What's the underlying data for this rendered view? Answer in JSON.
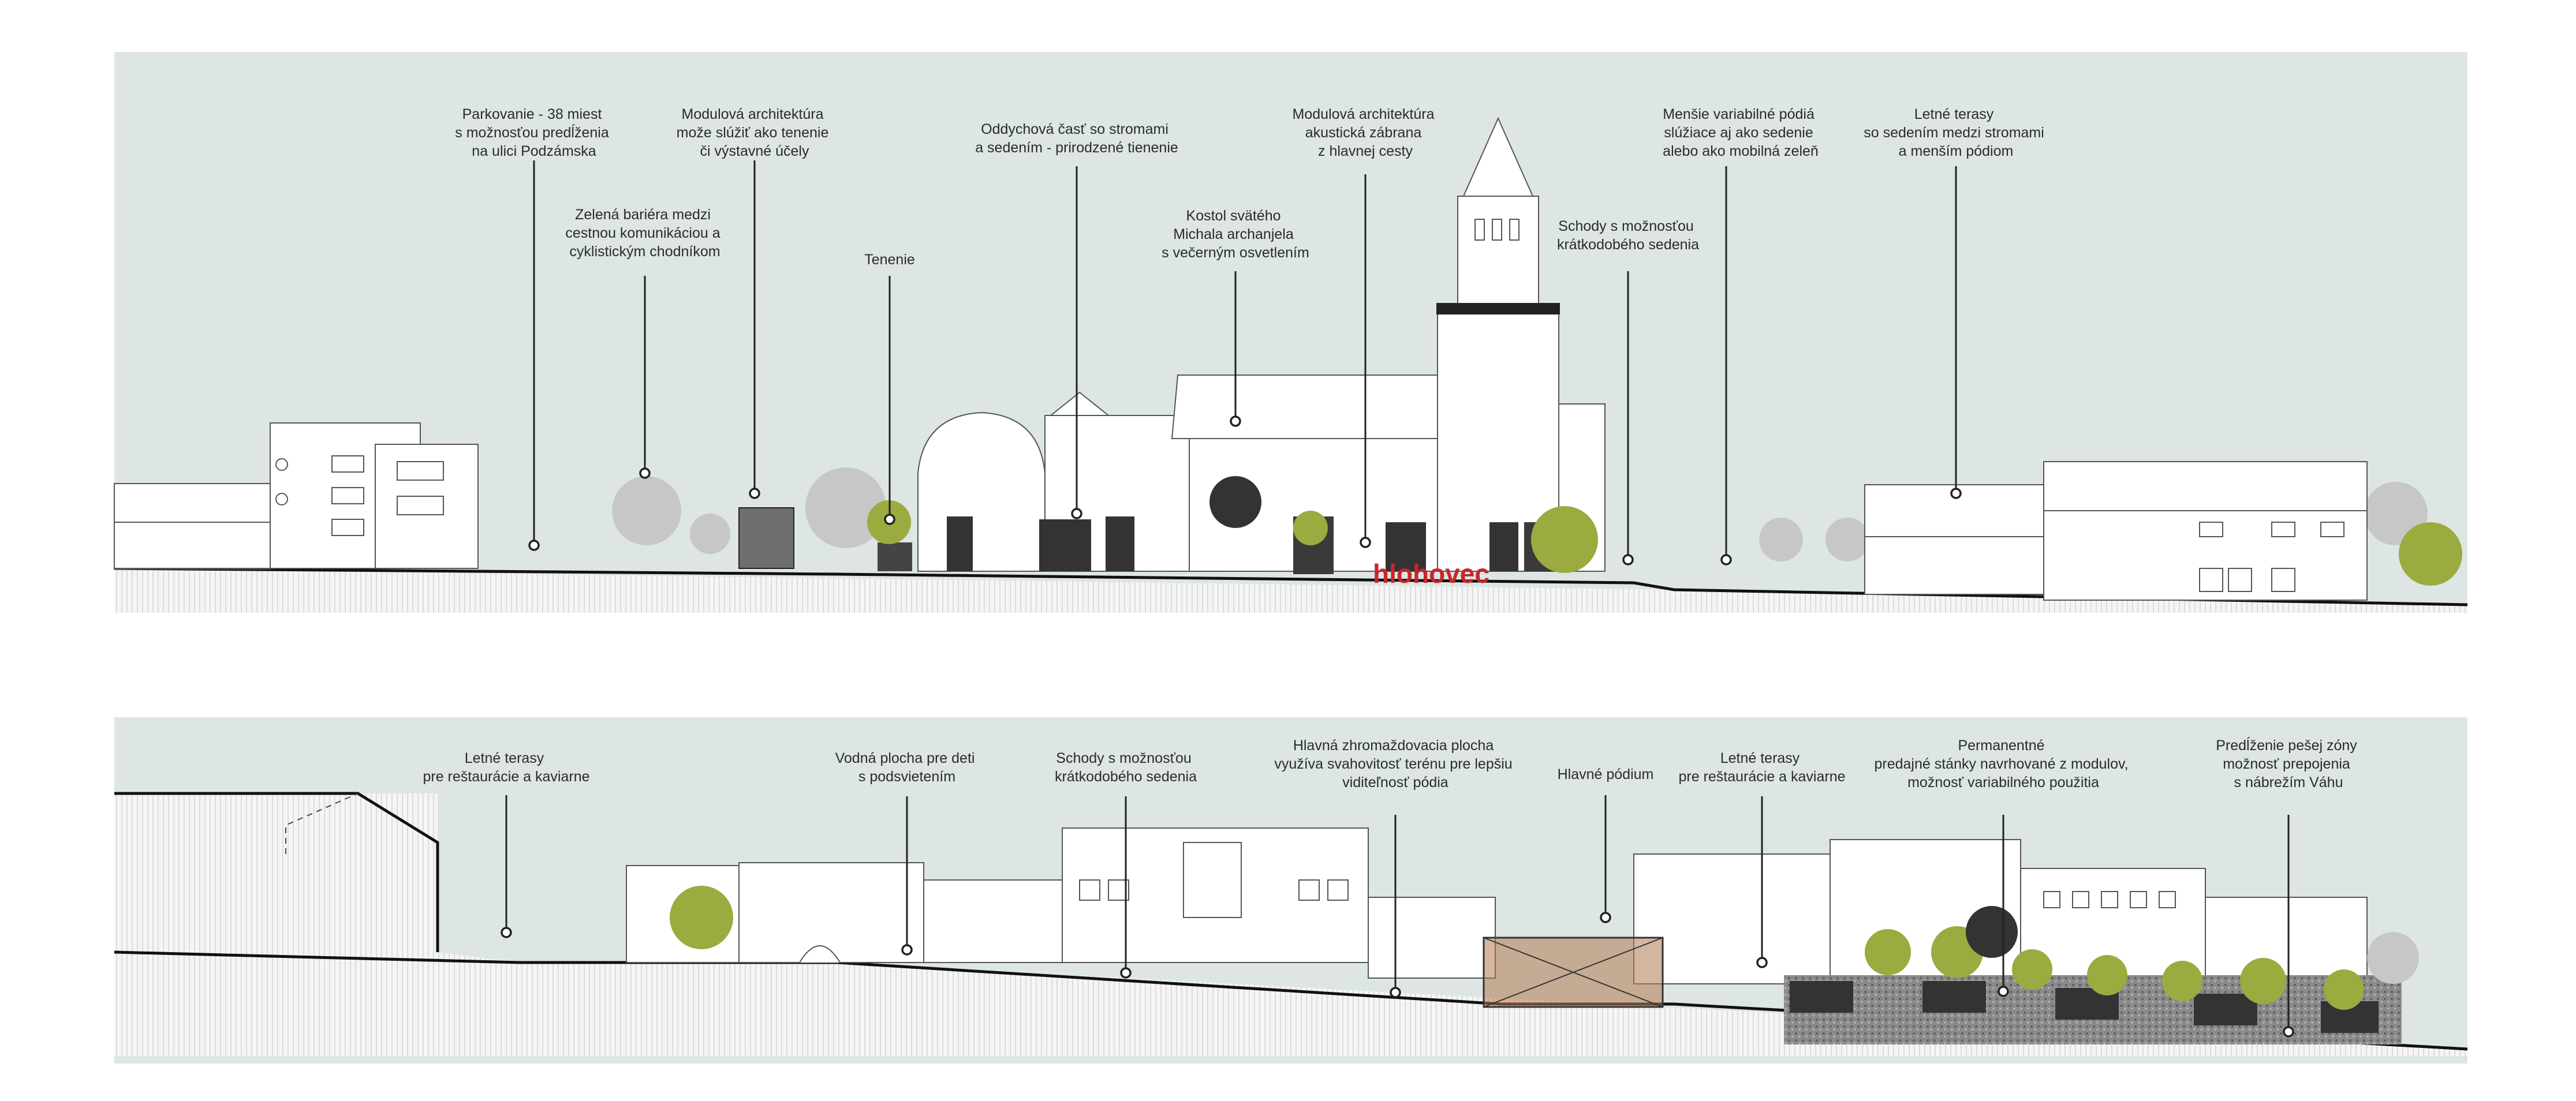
{
  "top_section": {
    "callouts": [
      {
        "lines": [
          "Parkovanie - 38 miest",
          "s možnosťou predĺženia",
          "na ulici Podzámska"
        ]
      },
      {
        "lines": [
          "Zelená bariéra medzi",
          "cestnou komunikáciou a",
          "cyklistickým chodníkom"
        ]
      },
      {
        "lines": [
          "Modulová architektúra",
          "može slúžiť ako tenenie",
          "či výstavné účely"
        ]
      },
      {
        "lines": [
          "Tenenie"
        ]
      },
      {
        "lines": [
          "Oddychová časť so stromami",
          "a sedením  - prirodzené tienenie"
        ]
      },
      {
        "lines": [
          "Kostol svätého",
          "Michala archanjela",
          "s večerným osvetlením"
        ]
      },
      {
        "lines": [
          "Modulová architektúra",
          "akustická zábrana",
          "z hlavnej cesty"
        ]
      },
      {
        "lines": [
          "Schody s možnosťou",
          "krátkodobého sedenia"
        ]
      },
      {
        "lines": [
          "Menšie variabilné pódiá",
          "slúžiace aj ako sedenie",
          "alebo ako mobilná zeleň"
        ]
      },
      {
        "lines": [
          "Letné terasy",
          "so sedením medzi stromami",
          "a menším pódiom"
        ]
      }
    ],
    "signage": "hlohovec"
  },
  "bottom_section": {
    "callouts": [
      {
        "lines": [
          "Letné terasy",
          "pre reštaurácie a kaviarne"
        ]
      },
      {
        "lines": [
          "Vodná plocha pre deti",
          "s podsvietením"
        ]
      },
      {
        "lines": [
          "Schody s možnosťou",
          "krátkodobého sedenia"
        ]
      },
      {
        "lines": [
          "Hlavná zhromaždovacia plocha",
          "využíva svahovitosť terénu pre lepšiu",
          "viditeľnosť pódia"
        ]
      },
      {
        "lines": [
          "Hlavné pódium"
        ]
      },
      {
        "lines": [
          "Letné terasy",
          "pre reštaurácie a kaviarne"
        ]
      },
      {
        "lines": [
          "Permanentné",
          "predajné stánky navrhované z modulov,",
          "možnosť variabilného použitia"
        ]
      },
      {
        "lines": [
          "Predĺženie pešej zóny",
          "možnosť prepojenia",
          "s nábrežím Váhu"
        ]
      }
    ]
  },
  "colors": {
    "sky": "#dde6e5",
    "ground": "#f3f3f3",
    "green_tree": "#9bab3f",
    "light_tree": "#c7c7c7",
    "accent_red": "#c8262a",
    "stage_wood": "#b07a52"
  }
}
